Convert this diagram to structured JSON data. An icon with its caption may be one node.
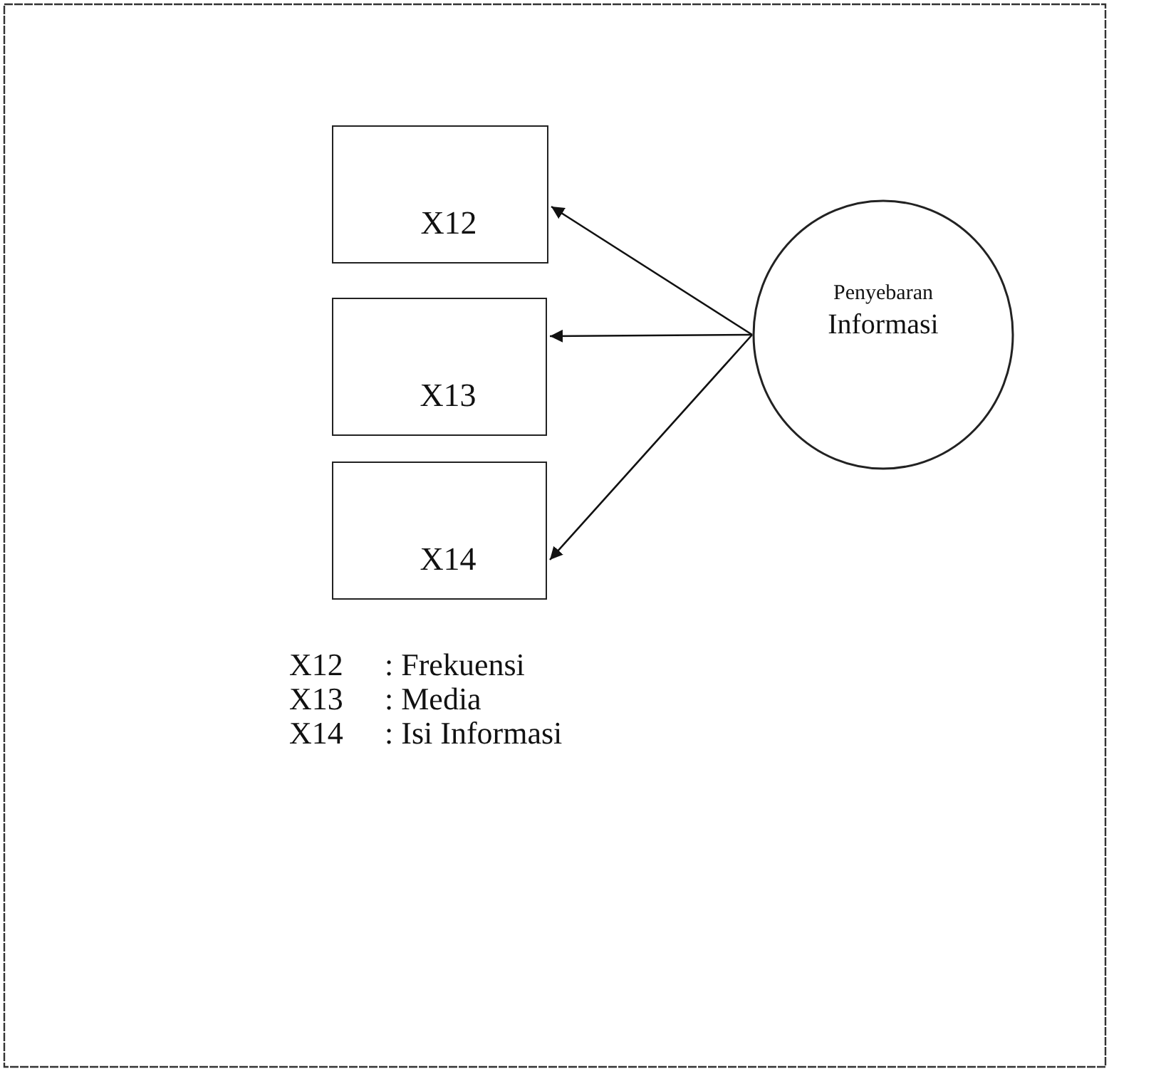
{
  "diagram": {
    "nodes": [
      {
        "text": [
          "X12"
        ]
      },
      {
        "text": [
          "X13"
        ]
      },
      {
        "text": [
          "X14"
        ]
      },
      {
        "text": [
          "Penyebaran",
          "Informasi"
        ]
      }
    ],
    "edges": [
      {
        "from": 3,
        "to": 0,
        "arrow": "to"
      },
      {
        "from": 3,
        "to": 1,
        "arrow": "to"
      },
      {
        "from": 3,
        "to": 2,
        "arrow": "to"
      }
    ],
    "labels": [
      "X12",
      ": Frekuensi",
      "X13",
      ": Media",
      "X14",
      ": Isi Informasi"
    ]
  }
}
